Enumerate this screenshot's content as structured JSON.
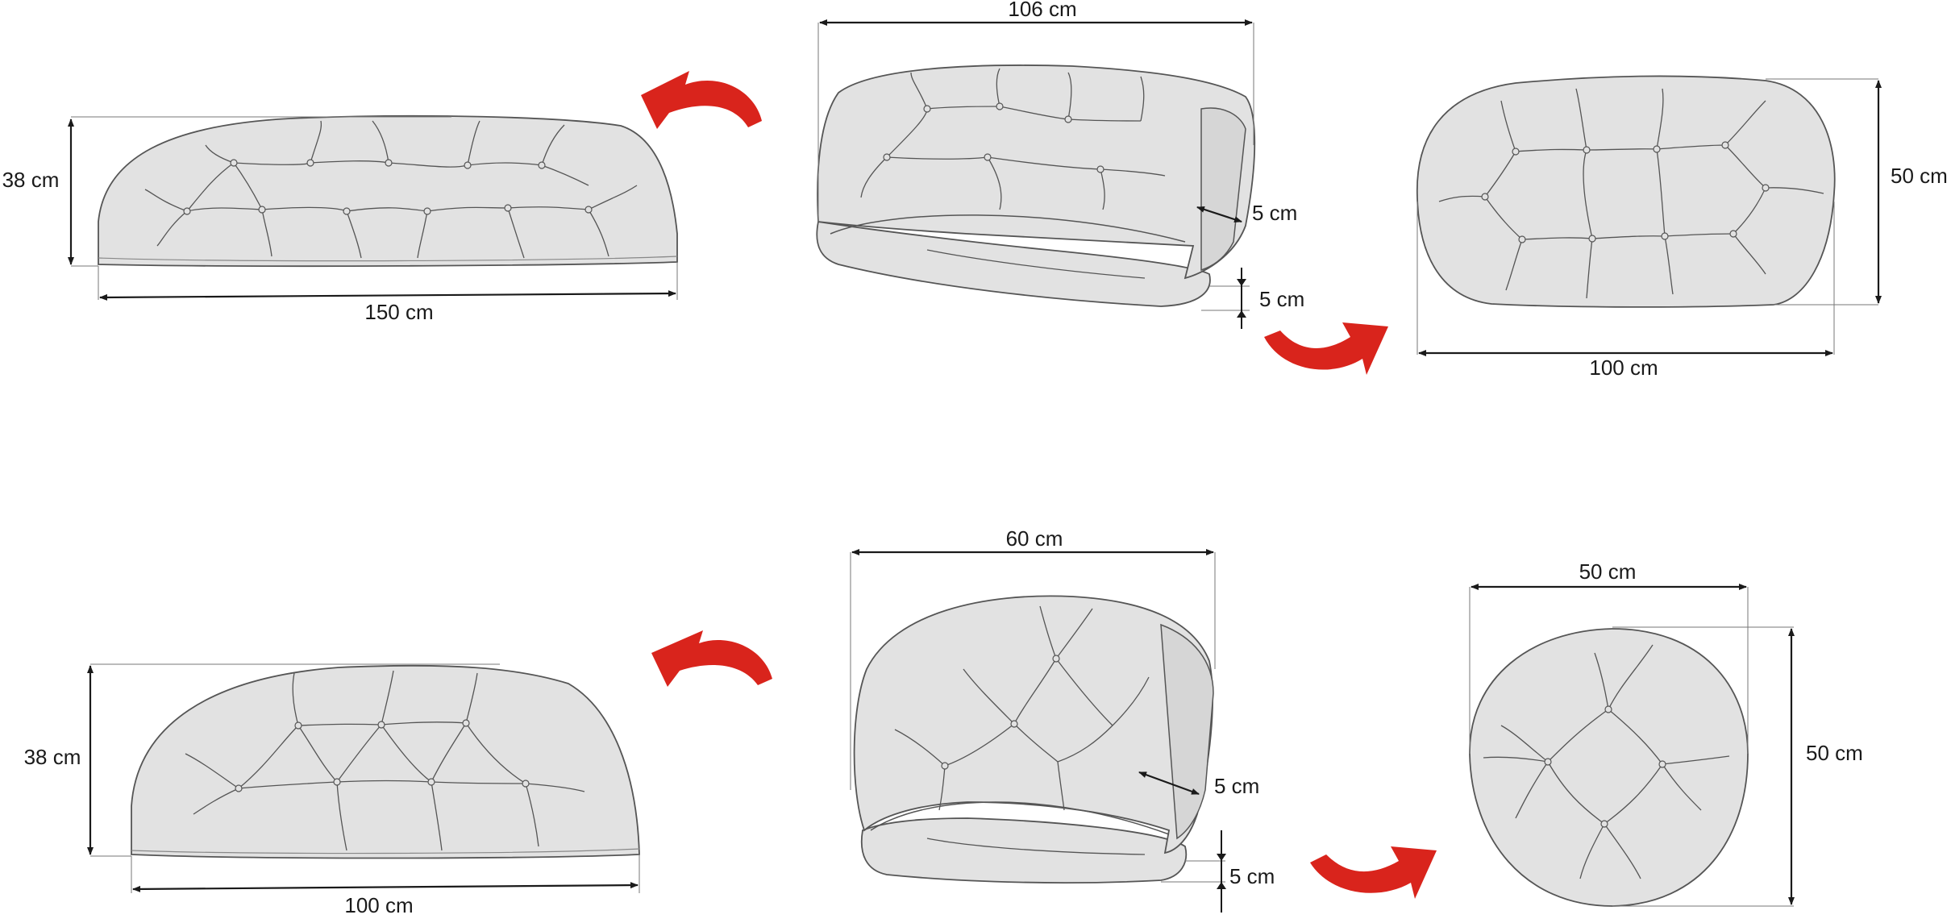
{
  "top_row": {
    "back_view": {
      "width": "150 cm",
      "height": "38 cm"
    },
    "assembled_view": {
      "width": "106 cm",
      "thickness_back": "5 cm",
      "thickness_seat": "5 cm"
    },
    "seat_view": {
      "width": "100 cm",
      "depth": "50 cm"
    }
  },
  "bottom_row": {
    "back_view": {
      "width": "100 cm",
      "height": "38 cm"
    },
    "assembled_view": {
      "width": "60 cm",
      "thickness_back": "5 cm",
      "thickness_seat": "5 cm"
    },
    "seat_view": {
      "width": "50 cm",
      "depth": "50 cm"
    }
  },
  "colors": {
    "cushion_fill": "#e2e2e2",
    "outline": "#555555",
    "arrow": "#d9241c",
    "dimension_line": "#1a1a1a"
  },
  "icons": [
    "curved-arrow-left-icon",
    "curved-arrow-right-icon"
  ]
}
